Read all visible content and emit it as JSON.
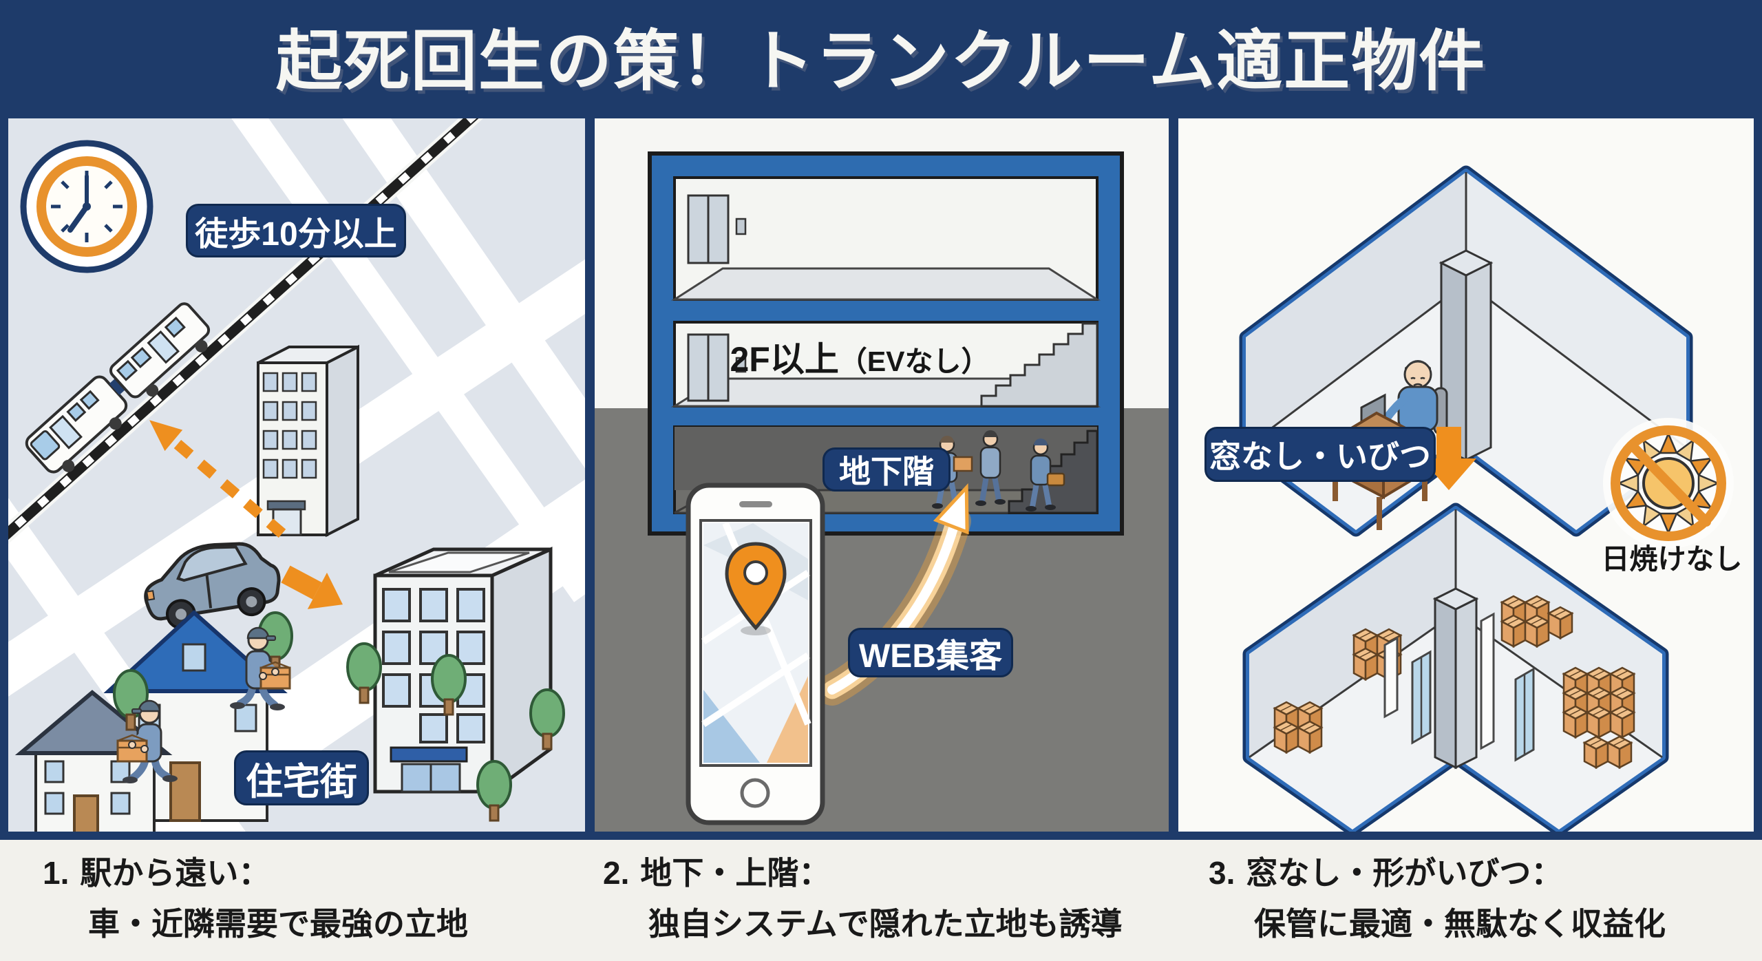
{
  "header": {
    "title": "起死回生の策！トランクルーム適正物件"
  },
  "panels": {
    "left": {
      "walk_label": "徒歩10分以上",
      "residential_label": "住宅街",
      "icons": [
        "clock-icon",
        "train",
        "station-building",
        "car",
        "houses",
        "office-building",
        "delivery-person"
      ]
    },
    "middle": {
      "floor_label_main": "2F以上",
      "floor_label_sub": "（EVなし）",
      "basement_label": "地下階",
      "web_label": "WEB集客",
      "icons": [
        "building-section",
        "elevator-doors",
        "stairs",
        "smartphone",
        "map-pin-icon",
        "glow-arrow"
      ]
    },
    "right": {
      "windowless_label": "窓なし・いびつ",
      "no_sunburn_label": "日焼けなし",
      "icons": [
        "irregular-room",
        "pillar",
        "worker-at-desk",
        "down-arrow-icon",
        "no-sun-icon",
        "storage-boxes"
      ]
    }
  },
  "captions": [
    {
      "num": "1.",
      "title": "駅から遠い：",
      "desc": "車・近隣需要で最強の立地"
    },
    {
      "num": "2.",
      "title": "地下・上階：",
      "desc": "独自システムで隠れた立地も誘導"
    },
    {
      "num": "3.",
      "title": "窓なし・形がいびつ：",
      "desc": "保管に最適・無駄なく収益化"
    }
  ],
  "colors": {
    "navy": "#1e3b6a",
    "pill_navy": "#1d3d72",
    "frame_blue": "#2e6cb0",
    "accent_orange": "#ee8f1f",
    "ground_gray": "#7b7b78",
    "roof_blue": "#2e6cb8"
  }
}
